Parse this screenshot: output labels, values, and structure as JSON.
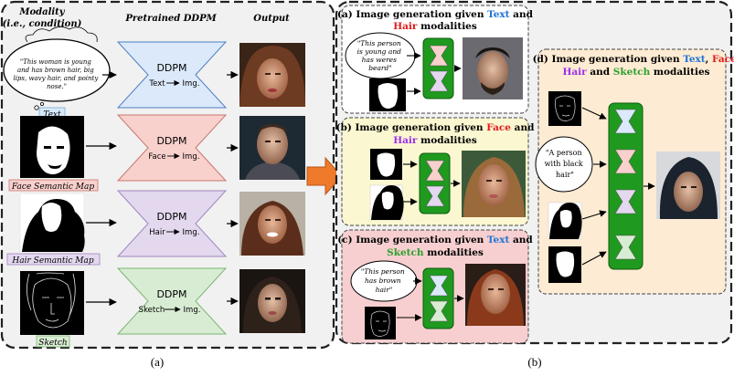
{
  "left": {
    "heading_modality": "Modality",
    "heading_condition": "(i.e., condition)",
    "heading_ddpm": "Pretrained DDPM",
    "heading_output": "Output",
    "text_bubble": [
      "\"This woman is young",
      "and has brown hair, big",
      "lips, wavy hair, and pointy",
      "nose.\""
    ],
    "rows": [
      {
        "label": "Text",
        "ddpm": "DDPM",
        "io_in": "Text",
        "io_out": "Img."
      },
      {
        "label": "Face Semantic Map",
        "ddpm": "DDPM",
        "io_in": "Face",
        "io_out": "Img."
      },
      {
        "label": "Hair Semantic Map",
        "ddpm": "DDPM",
        "io_in": "Hair",
        "io_out": "Img."
      },
      {
        "label": "Sketch",
        "ddpm": "DDPM",
        "io_in": "Sketch",
        "io_out": "Img."
      }
    ],
    "caption": "(a)"
  },
  "right": {
    "caption": "(b)",
    "panel_a": {
      "t1": "(a) Image generation given ",
      "w1": "Text",
      "t2": " and",
      "w2": "Hair",
      "t3": " modalities",
      "bubble": [
        "\"This person",
        "is young and",
        "has weres",
        "beard\""
      ]
    },
    "panel_b": {
      "t1": "(b) Image generation given ",
      "w1": "Face",
      "t2": " and",
      "w2": "Hair",
      "t3": " modalities"
    },
    "panel_c": {
      "t1": "(c) Image generation given ",
      "w1": "Text",
      "t2": " and",
      "w2": "Sketch",
      "t3": " modalities",
      "bubble": [
        "\"This person",
        "has brown",
        "hair\""
      ]
    },
    "panel_d": {
      "t1": "(d) Image generation given ",
      "w1": "Text",
      "sep1": ", ",
      "w2": "Face",
      "sep2": ",",
      "w3": "Hair",
      "t2": " and ",
      "w4": "Sketch",
      "t3": " modalities",
      "bubble": [
        "\"A person",
        "with black",
        "hair\""
      ]
    }
  },
  "colors": {
    "text_word": "#1e73d6",
    "face_word": "#e01b1b",
    "hair_word": "#9b30e8",
    "sketch_word": "#2fa02f",
    "ddpm_text": "#dbe9fb",
    "ddpm_face": "#f8d0cc",
    "ddpm_hair": "#e3d8ee",
    "ddpm_sketch": "#d8ecd3",
    "panel_a_bg": "#ffffff",
    "panel_b_bg": "#fbf7d1",
    "panel_c_bg": "#f7cfd0",
    "panel_d_bg": "#fdebd3",
    "green_block": "#1f9a1f"
  }
}
